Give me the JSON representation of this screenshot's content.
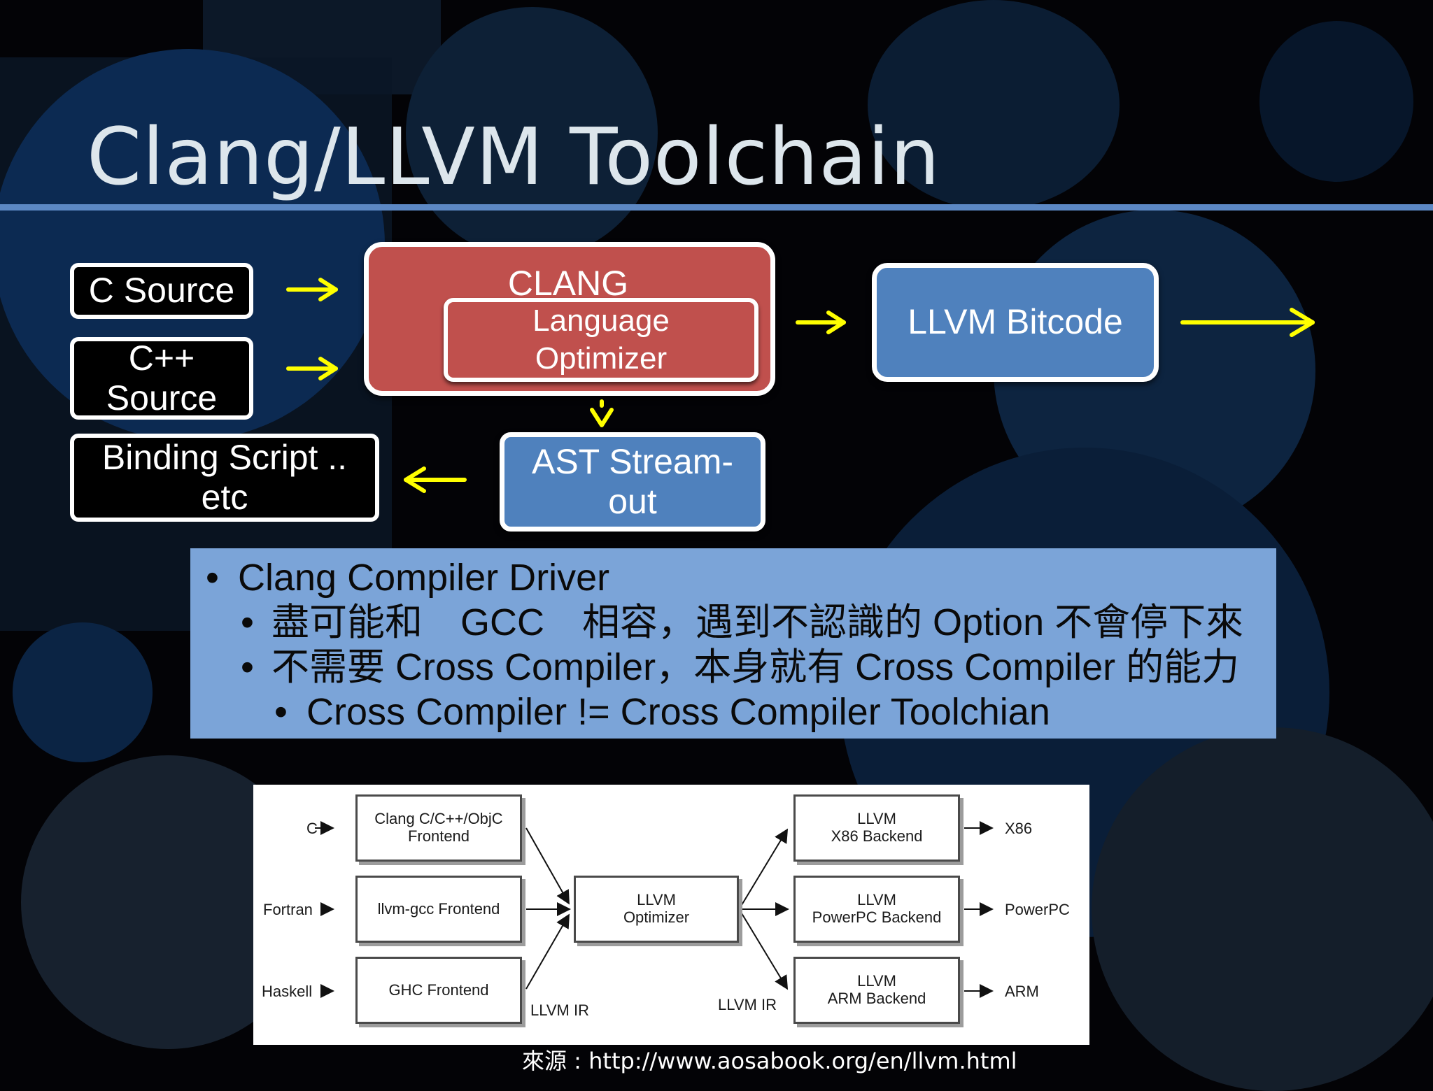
{
  "slide": {
    "title": "Clang/LLVM Toolchain",
    "credit": "來源 : http://www.aosabook.org/en/llvm.html",
    "colors": {
      "background": "#030306",
      "title_rule": "#5c88c4",
      "clang_red": "#c0504d",
      "box_blue": "#4f81bd",
      "bullet_panel": "#7ba4d8",
      "arrow_yellow": "#ffff00"
    }
  },
  "diagram": {
    "c_source": "C Source",
    "cpp_source_line1": "C++",
    "cpp_source_line2": "Source",
    "binding_line1": "Binding Script ..",
    "binding_line2": "etc",
    "clang": "CLANG",
    "lang_opt_line1": "Language",
    "lang_opt_line2": "Optimizer",
    "llvm_bitcode": "LLVM Bitcode",
    "ast_line1": "AST Stream-",
    "ast_line2": "out"
  },
  "bullets": [
    {
      "level": 1,
      "marker": "•",
      "text": "Clang Compiler Driver"
    },
    {
      "level": 2,
      "marker": "•",
      "text": "盡可能和　GCC　相容，遇到不認識的 Option 不會停下來"
    },
    {
      "level": 2,
      "marker": "•",
      "text": "不需要 Cross Compiler，本身就有 Cross Compiler 的能力"
    },
    {
      "level": 3,
      "marker": "•",
      "text": "Cross Compiler != Cross Compiler Toolchian"
    }
  ],
  "figure": {
    "inputs": [
      "C",
      "Fortran",
      "Haskell"
    ],
    "frontends": [
      {
        "line1": "Clang C/C++/ObjC",
        "line2": "Frontend"
      },
      {
        "line1": "llvm-gcc Frontend",
        "line2": ""
      },
      {
        "line1": "GHC Frontend",
        "line2": ""
      }
    ],
    "optimizer": {
      "line1": "LLVM",
      "line2": "Optimizer"
    },
    "backends": [
      {
        "line1": "LLVM",
        "line2": "X86 Backend"
      },
      {
        "line1": "LLVM",
        "line2": "PowerPC Backend"
      },
      {
        "line1": "LLVM",
        "line2": "ARM Backend"
      }
    ],
    "outputs": [
      "X86",
      "PowerPC",
      "ARM"
    ],
    "ir_left": "LLVM IR",
    "ir_right": "LLVM IR"
  }
}
